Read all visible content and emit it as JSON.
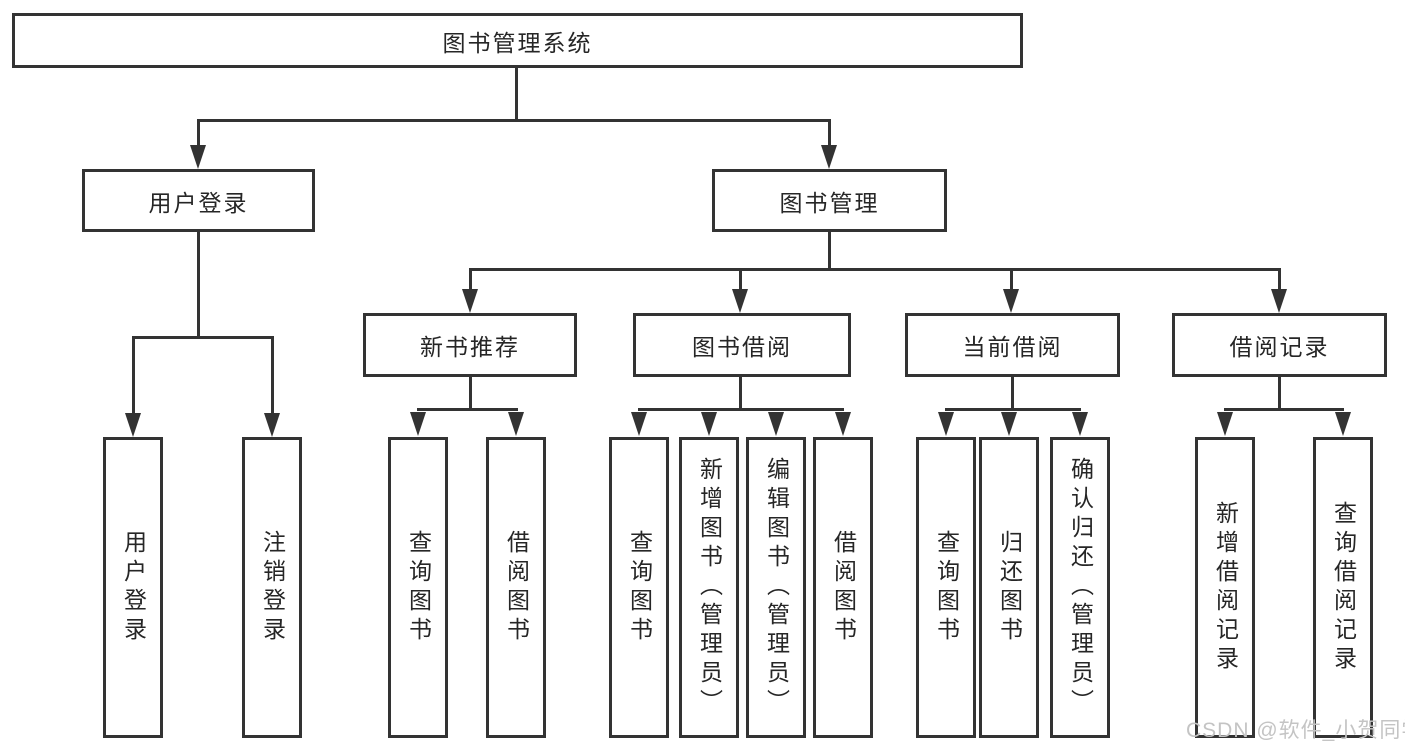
{
  "nodes": {
    "root": "图书管理系统",
    "user_login": "用户登录",
    "book_management": "图书管理",
    "new_book_recommend": "新书推荐",
    "book_borrowing": "图书借阅",
    "current_borrowing": "当前借阅",
    "borrowing_records": "借阅记录",
    "leaf_user_login": "用户登录",
    "leaf_logout": "注销登录",
    "leaf_nb_query_books": "查询图书",
    "leaf_nb_borrow_books": "借阅图书",
    "leaf_bb_query_books": "查询图书",
    "leaf_bb_add_books": "新增图书（管理员）",
    "leaf_bb_edit_books": "编辑图书（管理员）",
    "leaf_bb_borrow_books": "借阅图书",
    "leaf_cb_query_books": "查询图书",
    "leaf_cb_return_books": "归还图书",
    "leaf_cb_confirm_return": "确认归还（管理员）",
    "leaf_br_add_record": "新增借阅记录",
    "leaf_br_query_record": "查询借阅记录"
  },
  "watermark": "CSDN @软件_小贺同学",
  "colors": {
    "line": "#333333",
    "text": "#262626",
    "watermark": "#c4c4c4",
    "bg": "#ffffff"
  }
}
